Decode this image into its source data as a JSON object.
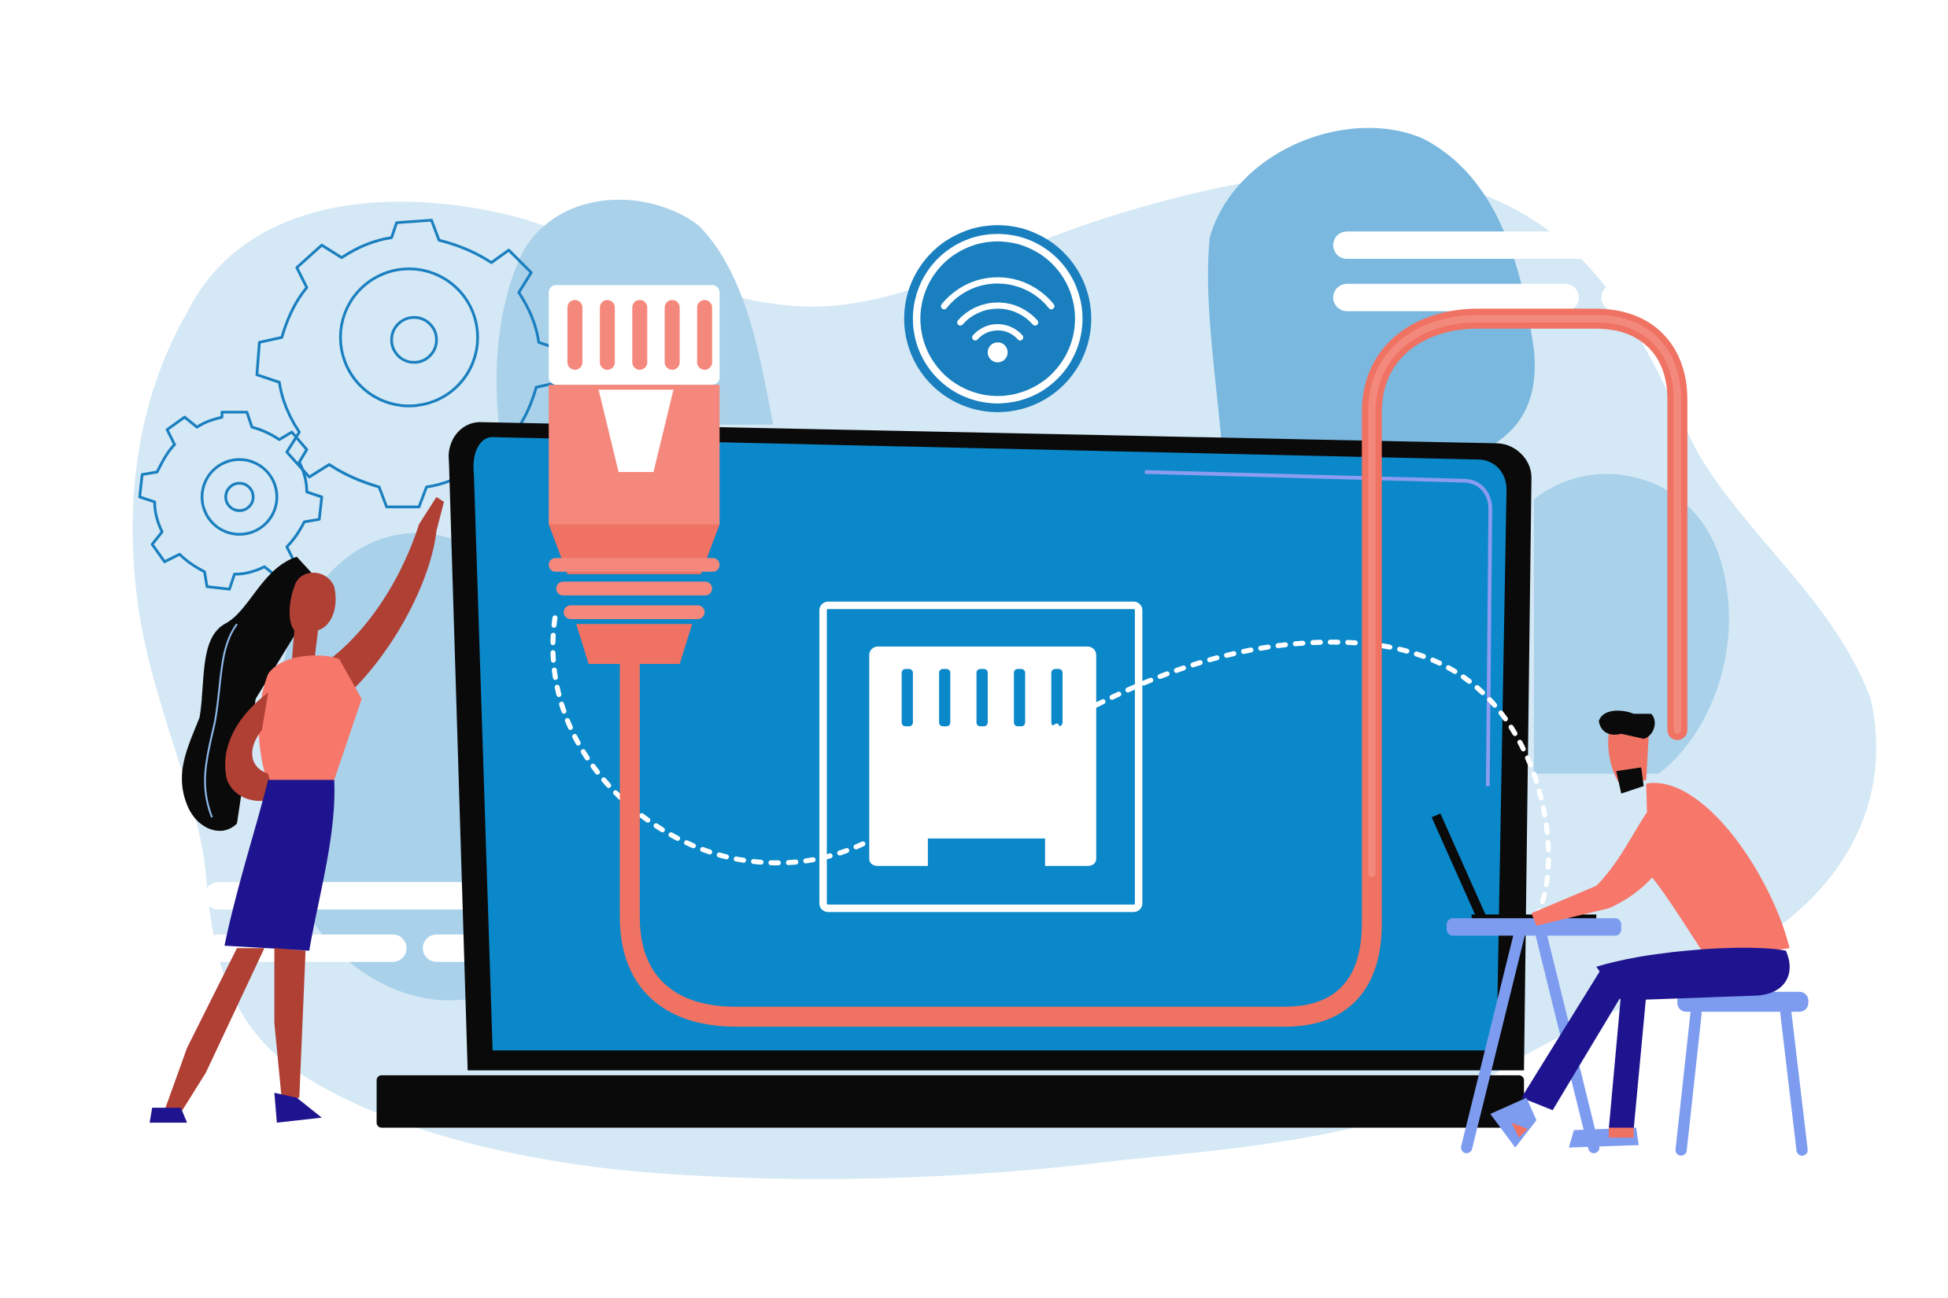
{
  "illustration": {
    "subject": "ethernet-cable-connection",
    "palette": {
      "background": "#ffffff",
      "blob_light": "#cfe5f3",
      "blob_mid": "#a7d0ea",
      "blob_dark": "#7fbbe0",
      "screen": "#0b88c9",
      "laptop_frame": "#0a0a0a",
      "cable": "#f5887c",
      "cable_dark": "#f07263",
      "skirt": "#1f148f",
      "skin": "#b03f34",
      "shirt": "#f7776a",
      "chair": "#7d9cf0",
      "gear_line": "#1a7fbf",
      "wifi_ring": "#1a7fbf"
    },
    "icons": [
      "gear-icon",
      "gear-icon",
      "wifi-icon",
      "ethernet-port-icon",
      "ethernet-plug-icon"
    ],
    "figures": [
      "woman-pointing",
      "man-at-laptop"
    ]
  }
}
